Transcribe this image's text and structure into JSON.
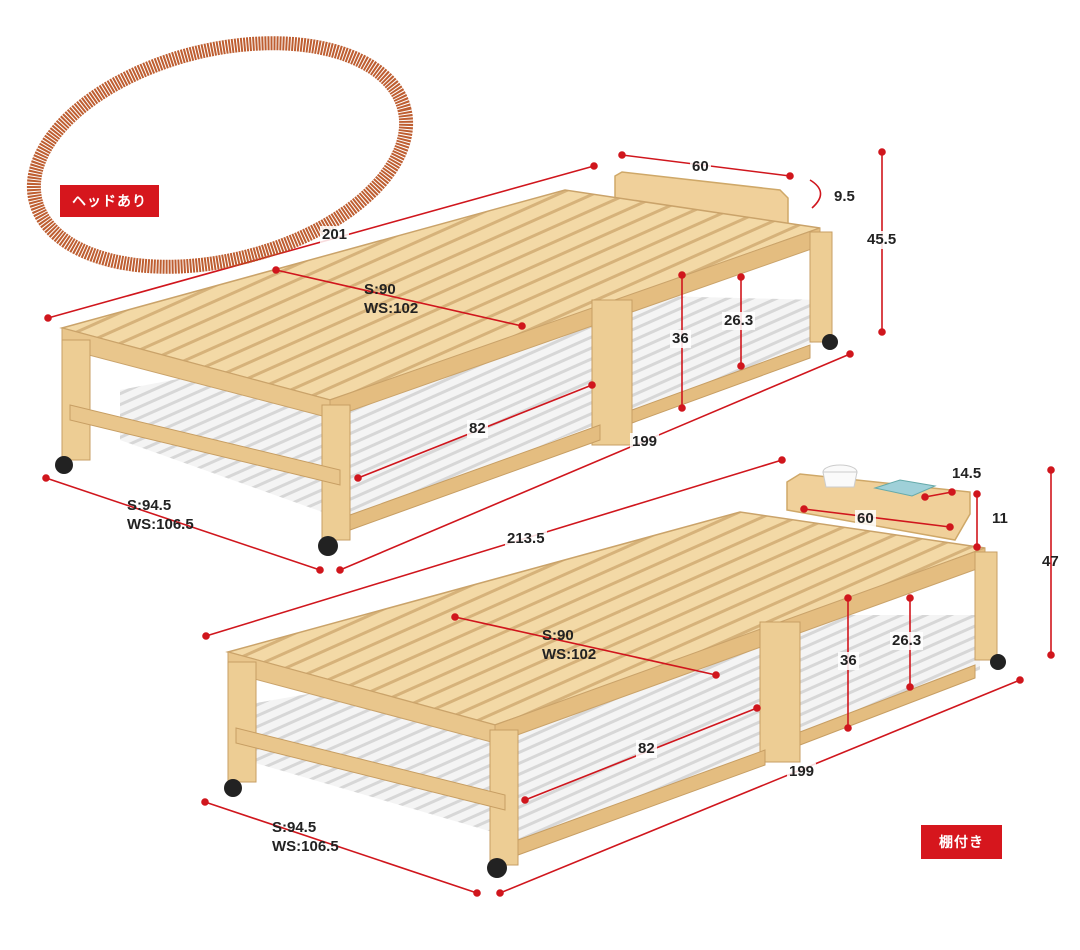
{
  "badges": {
    "head": "ヘッドあり",
    "shelf": "棚付き"
  },
  "top_bed": {
    "length": "201",
    "width_inner": "S:90",
    "width_inner_ws": "WS:102",
    "head_width": "60",
    "head_thickness": "9.5",
    "total_height": "45.5",
    "deck_height": "36",
    "under_height": "26.3",
    "leg_span": "82",
    "rail_length": "199",
    "outer_width": "S:94.5",
    "outer_width_ws": "WS:106.5"
  },
  "bottom_bed": {
    "length": "213.5",
    "width_inner": "S:90",
    "width_inner_ws": "WS:102",
    "shelf_depth": "14.5",
    "shelf_width": "60",
    "shelf_height": "11",
    "total_height": "47",
    "deck_height": "36",
    "under_height": "26.3",
    "leg_span": "82",
    "rail_length": "199",
    "outer_width": "S:94.5",
    "outer_width_ws": "WS:106.5"
  },
  "colors": {
    "wood": "#f2d7a1",
    "wood_dark": "#d9b371",
    "dimension_line": "#d0161d",
    "circle": "#b9501f"
  }
}
